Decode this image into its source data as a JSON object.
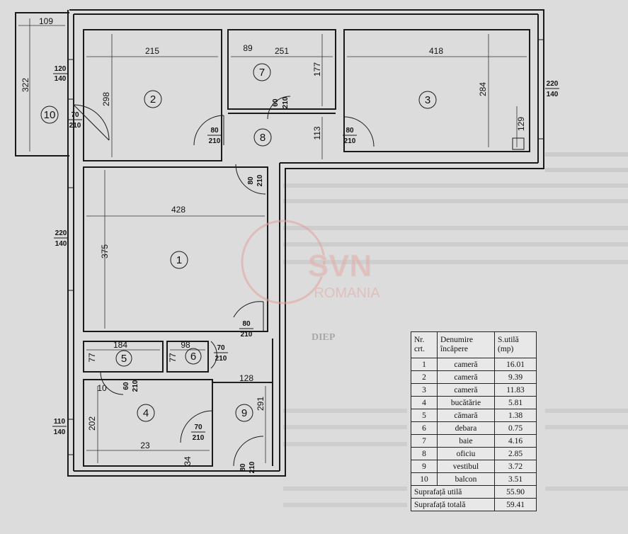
{
  "rooms": [
    {
      "no": "1",
      "label_pos": "r1"
    },
    {
      "no": "2"
    },
    {
      "no": "3"
    },
    {
      "no": "4"
    },
    {
      "no": "5"
    },
    {
      "no": "6"
    },
    {
      "no": "7"
    },
    {
      "no": "8"
    },
    {
      "no": "9"
    },
    {
      "no": "10"
    }
  ],
  "dimensions": {
    "d109": "109",
    "d322": "322",
    "d298": "298",
    "d215": "215",
    "d89": "89",
    "d251": "251",
    "d177": "177",
    "d418": "418",
    "d284": "284",
    "d129": "129",
    "d113": "113",
    "d428": "428",
    "d375": "375",
    "d184": "184",
    "d98": "98",
    "d77a": "77",
    "d77b": "77",
    "d128": "128",
    "d291": "291",
    "d202": "202",
    "d23": "23",
    "d34": "34",
    "d10": "10"
  },
  "openings": {
    "w_120_140": [
      "120",
      "140"
    ],
    "w_220_140_right": [
      "220",
      "140"
    ],
    "w_220_140_left": [
      "220",
      "140"
    ],
    "w_110_140": [
      "110",
      "140"
    ],
    "d10": [
      "70",
      "210"
    ],
    "d2": [
      "80",
      "210"
    ],
    "d7": [
      "60",
      "210"
    ],
    "d3": [
      "80",
      "210"
    ],
    "d8": [
      "80",
      "210"
    ],
    "d1": [
      "80",
      "210"
    ],
    "d5": [
      "60",
      "210"
    ],
    "d6": [
      "70",
      "210"
    ],
    "d4": [
      "70",
      "210"
    ],
    "d9": [
      "80",
      "210"
    ]
  },
  "watermark": {
    "brand": "SVN",
    "country": "ROMANIA"
  },
  "background_text": "DIEP",
  "legend": {
    "headers": {
      "nr": "Nr.",
      "crt": "crt.",
      "name1": "Denumire",
      "name2": "încăpere",
      "area1": "S.utilă",
      "area2": "(mp)"
    },
    "rows": [
      {
        "nr": "1",
        "name": "cameră",
        "area": "16.01"
      },
      {
        "nr": "2",
        "name": "cameră",
        "area": "9.39"
      },
      {
        "nr": "3",
        "name": "cameră",
        "area": "11.83"
      },
      {
        "nr": "4",
        "name": "bucătărie",
        "area": "5.81"
      },
      {
        "nr": "5",
        "name": "cămară",
        "area": "1.38"
      },
      {
        "nr": "6",
        "name": "debara",
        "area": "0.75"
      },
      {
        "nr": "7",
        "name": "baie",
        "area": "4.16"
      },
      {
        "nr": "8",
        "name": "oficiu",
        "area": "2.85"
      },
      {
        "nr": "9",
        "name": "vestibul",
        "area": "3.72"
      },
      {
        "nr": "10",
        "name": "balcon",
        "area": "3.51"
      }
    ],
    "useful_label": "Suprafață utilă",
    "useful_value": "55.90",
    "total_label": "Suprafață totală",
    "total_value": "59.41"
  }
}
